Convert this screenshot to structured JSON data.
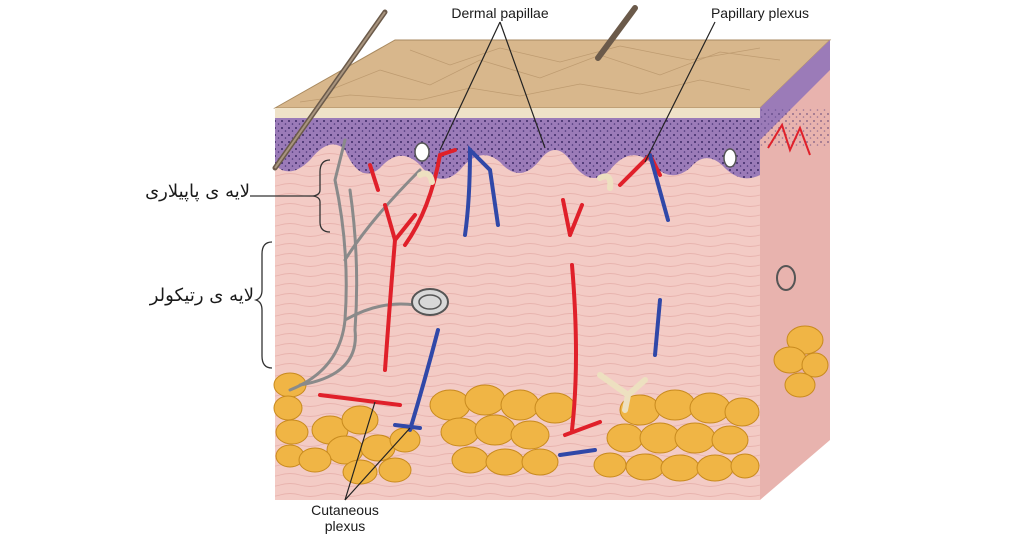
{
  "labels": {
    "dermal_papillae": "Dermal papillae",
    "papillary_plexus": "Papillary plexus",
    "cutaneous_plexus_line1": "Cutaneous",
    "cutaneous_plexus_line2": "plexus",
    "papillary_layer_fa": "لایه ی پاپیلاری",
    "reticular_layer_fa": "لایه ی رتیکولر"
  },
  "colors": {
    "epidermis_top": "#d9b98c",
    "epidermis_purple": "#9b7bb8",
    "dermis": "#f2c9c4",
    "artery": "#e0202a",
    "vein": "#3048a8",
    "fat": "#f0b545",
    "nerve": "#8a8a8a"
  }
}
